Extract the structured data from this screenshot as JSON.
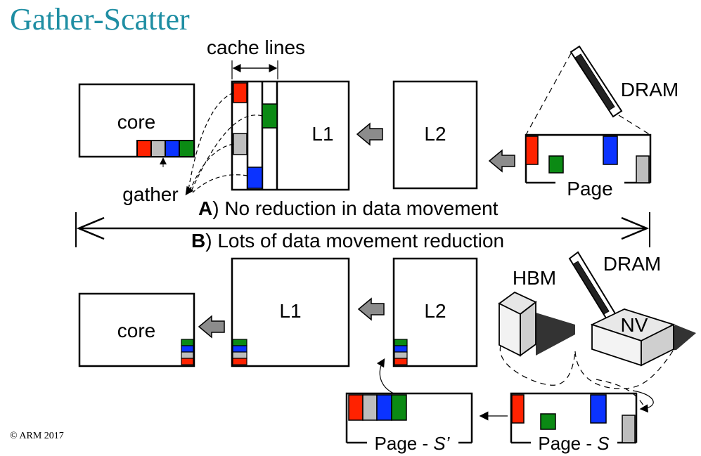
{
  "title": "Gather-Scatter",
  "copyright": "© ARM 2017",
  "colors": {
    "title": "#1f8ea3",
    "red": "#ff2200",
    "gray": "#bdbdbd",
    "blue": "#0b33ff",
    "green": "#0b8a14",
    "arrow_fill": "#8c8c8c"
  },
  "section_a": {
    "cache_lines_label": "cache lines",
    "core_label": "core",
    "l1_label": "L1",
    "l2_label": "L2",
    "dram_label": "DRAM",
    "page_label": "Page",
    "gather_label": "gather",
    "caption_letter": "A",
    "caption_text": ") No reduction in data movement"
  },
  "section_b": {
    "caption_letter": "B",
    "caption_text": ") Lots of data movement reduction",
    "core_label": "core",
    "l1_label": "L1",
    "l2_label": "L2",
    "dram_label": "DRAM",
    "hbm_label": "HBM",
    "nv_label": "NV",
    "page_s_prime_label": "Page - ",
    "page_s_prime_var": "S’",
    "page_s_label": "Page - ",
    "page_s_var": "S"
  }
}
